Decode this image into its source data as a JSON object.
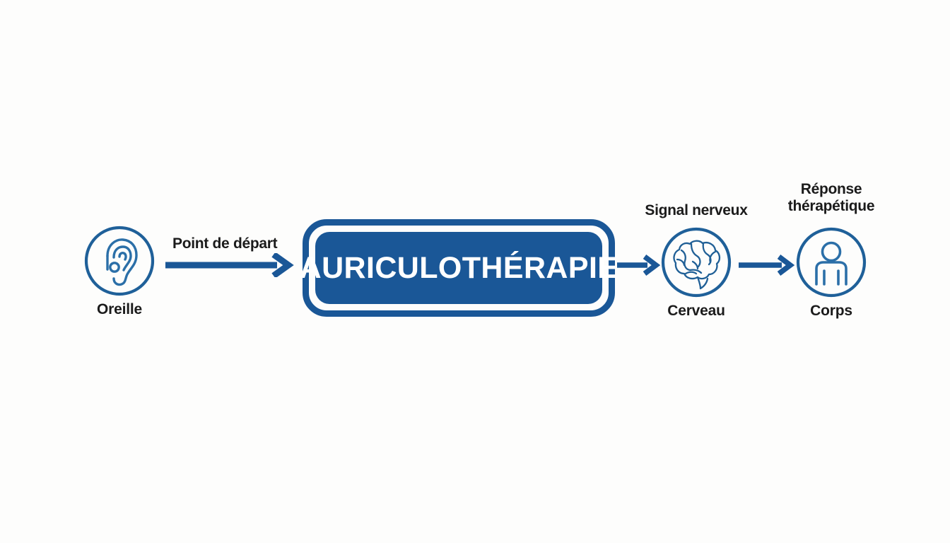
{
  "canvas": {
    "background": "#fdfdfc",
    "accent": "#1a5797",
    "icon_stroke": "#1f6099",
    "text_color": "#1b1b1b",
    "banner_text_color": "#ffffff"
  },
  "banner": {
    "title": "AURICULOTHÉRAPIE"
  },
  "nodes": [
    {
      "id": "ear",
      "label": "Oreille",
      "icon": "ear-icon"
    },
    {
      "id": "brain",
      "label": "Cerveau",
      "icon": "brain-icon"
    },
    {
      "id": "body",
      "label": "Corps",
      "icon": "person-icon"
    }
  ],
  "top_labels": {
    "brain": "Signal nerveux",
    "body_line1": "Réponse",
    "body_line2": "thérapétique"
  },
  "edge_labels": {
    "ear_to_banner": "Point de départ"
  },
  "arrows": [
    {
      "id": "arrow-ear-to-banner",
      "from": "ear",
      "to": "banner"
    },
    {
      "id": "arrow-banner-to-brain",
      "from": "banner",
      "to": "brain"
    },
    {
      "id": "arrow-brain-to-body",
      "from": "brain",
      "to": "body"
    }
  ],
  "chart_data": {
    "type": "diagram",
    "title": "AURICULOTHÉRAPIE",
    "flow": [
      "Oreille",
      "AURICULOTHÉRAPIE",
      "Cerveau",
      "Corps"
    ],
    "edge_annotations": [
      "Point de départ",
      "",
      "Signal nerveux",
      "Réponse thérapétique"
    ]
  }
}
